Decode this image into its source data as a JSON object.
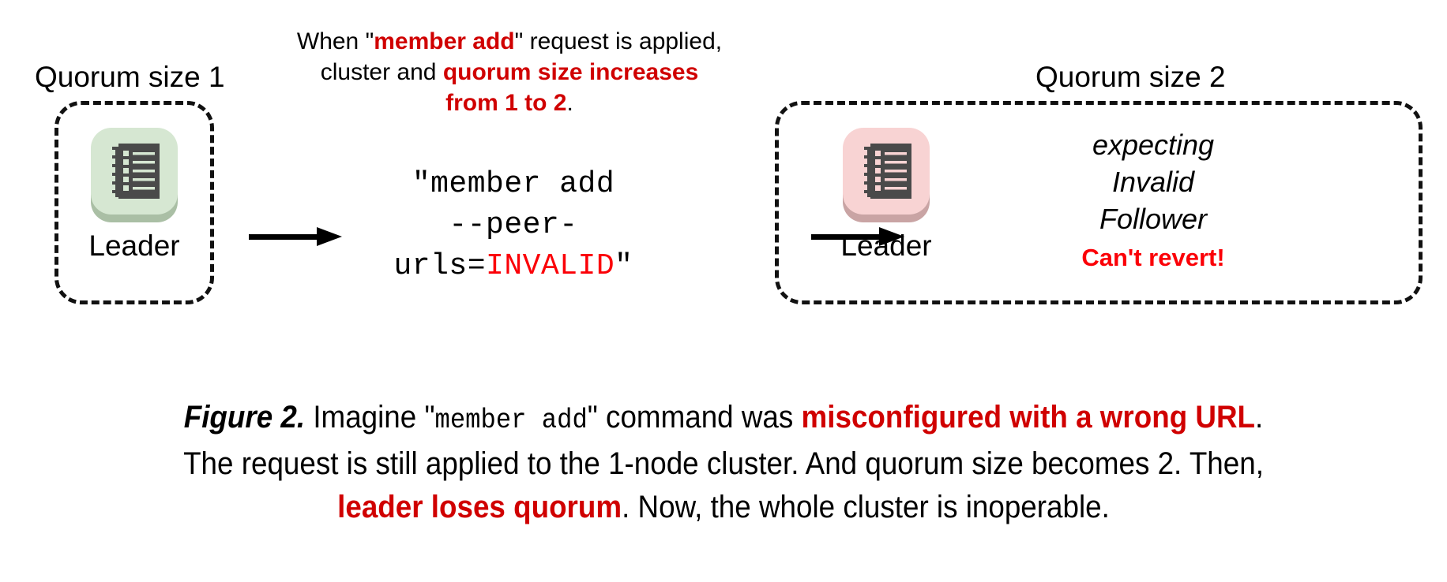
{
  "diagram": {
    "left_cluster": {
      "title": "Quorum size 1",
      "node": {
        "label": "Leader",
        "icon": "notebook-icon",
        "tint": "#d6e7d2",
        "state": "healthy"
      }
    },
    "right_cluster": {
      "title": "Quorum size 2",
      "node": {
        "label": "Leader",
        "icon": "notebook-icon",
        "tint": "#f8d3d3",
        "state": "degraded"
      },
      "status": {
        "line1": "expecting",
        "line2": "Invalid",
        "line3": "Follower",
        "warning": "Can't revert!"
      }
    },
    "top_note": {
      "part1": "When \"",
      "emphasis1": "member add",
      "part2": "\" request is applied,",
      "part3": "cluster and ",
      "emphasis2": "quorum size increases",
      "emphasis3": "from 1 to 2",
      "part4": "."
    },
    "command": {
      "line1": "\"member add",
      "line2_prefix": "--peer-urls=",
      "line2_value": "INVALID",
      "line2_suffix": "\""
    },
    "arrows": {
      "left": "arrow-right-icon",
      "right": "arrow-right-icon"
    }
  },
  "caption": {
    "figure_label": "Figure 2.",
    "seg1": " Imagine \"",
    "seg2_mono": "member add",
    "seg3": "\" command was ",
    "seg4_red": "misconfigured with a wrong URL",
    "seg5": ".",
    "line2": "The request is still applied to the 1-node cluster. And quorum size becomes 2. Then,",
    "line3_red": "leader loses quorum",
    "line3_rest": ". Now, the whole cluster is inoperable."
  },
  "colors": {
    "accent_red": "#d00000",
    "bright_red": "#fb0007",
    "healthy_green": "#d6e7d2",
    "degraded_pink": "#f8d3d3",
    "icon_dark": "#4a4a4a",
    "text_black": "#000000"
  }
}
